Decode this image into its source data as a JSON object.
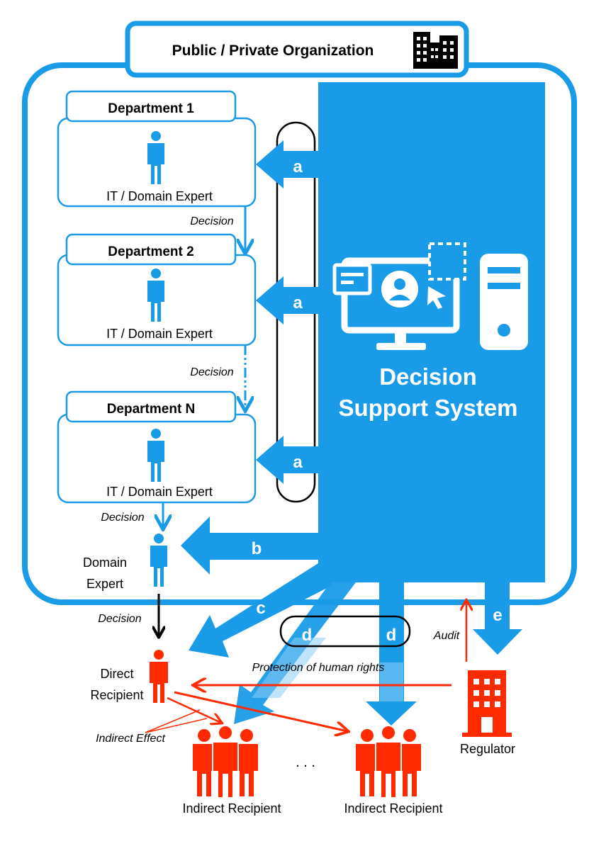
{
  "organization": {
    "title": "Public / Private Organization",
    "icon": "office-buildings-icon"
  },
  "departments": [
    {
      "title": "Department 1",
      "role": "IT / Domain Expert"
    },
    {
      "title": "Department 2",
      "role": "IT / Domain Expert"
    },
    {
      "title": "Department N",
      "role": "IT / Domain Expert"
    }
  ],
  "decision_labels": {
    "d1_to_d2": "Decision",
    "d2_to_dn": "Decision",
    "dn_to_expert": "Decision",
    "expert_to_recipient": "Decision"
  },
  "domain_expert": {
    "label_line1": "Domain",
    "label_line2": "Expert"
  },
  "dss": {
    "title_line1": "Decision",
    "title_line2": "Support System",
    "icons": [
      "monitor-user-icon",
      "server-tower-icon"
    ]
  },
  "arrow_labels": {
    "a1": "a",
    "a2": "a",
    "a3": "a",
    "b": "b",
    "c": "c",
    "d1": "d",
    "d2": "d",
    "e": "e"
  },
  "direct_recipient": {
    "line1": "Direct",
    "line2": "Recipient"
  },
  "indirect_recipients": [
    "Indirect Recipient",
    "Indirect Recipient"
  ],
  "ellipsis": ". . .",
  "regulator": {
    "label": "Regulator",
    "icon": "regulator-building-icon"
  },
  "annotations": {
    "protection": "Protection of human rights",
    "audit": "Audit",
    "indirect_effect": "Indirect Effect"
  },
  "colors": {
    "blue": "#1a9be8",
    "red": "#ff2a00",
    "black": "#000000",
    "white": "#ffffff"
  }
}
